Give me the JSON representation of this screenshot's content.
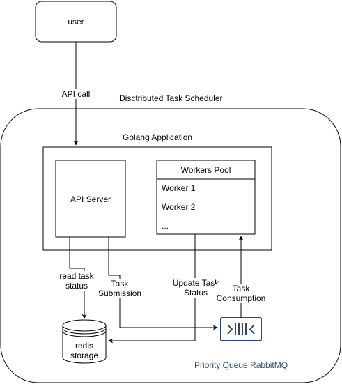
{
  "diagram": {
    "user_label": "user",
    "scheduler_title": "Disctributed Task Scheduler",
    "app_title": "Golang Application",
    "api_server_label": "API Server",
    "workers_pool": {
      "title": "Workers Pool",
      "items": [
        "Worker 1",
        "Worker 2",
        "..."
      ]
    },
    "redis": {
      "line1": "redis",
      "line2": "storage"
    },
    "queue_label": "Priority Queue RabbitMQ",
    "edges": {
      "api_call": "API call",
      "read_task_status": [
        "read task",
        "status"
      ],
      "task_submission": [
        "Task",
        "Submission"
      ],
      "update_task_status": [
        "Update Task",
        "Status"
      ],
      "task_consumption": [
        "Task",
        "Consumption"
      ]
    },
    "colors": {
      "stroke": "#000000",
      "queue_icon": "#2c4a6b",
      "background": "#ffffff"
    }
  }
}
